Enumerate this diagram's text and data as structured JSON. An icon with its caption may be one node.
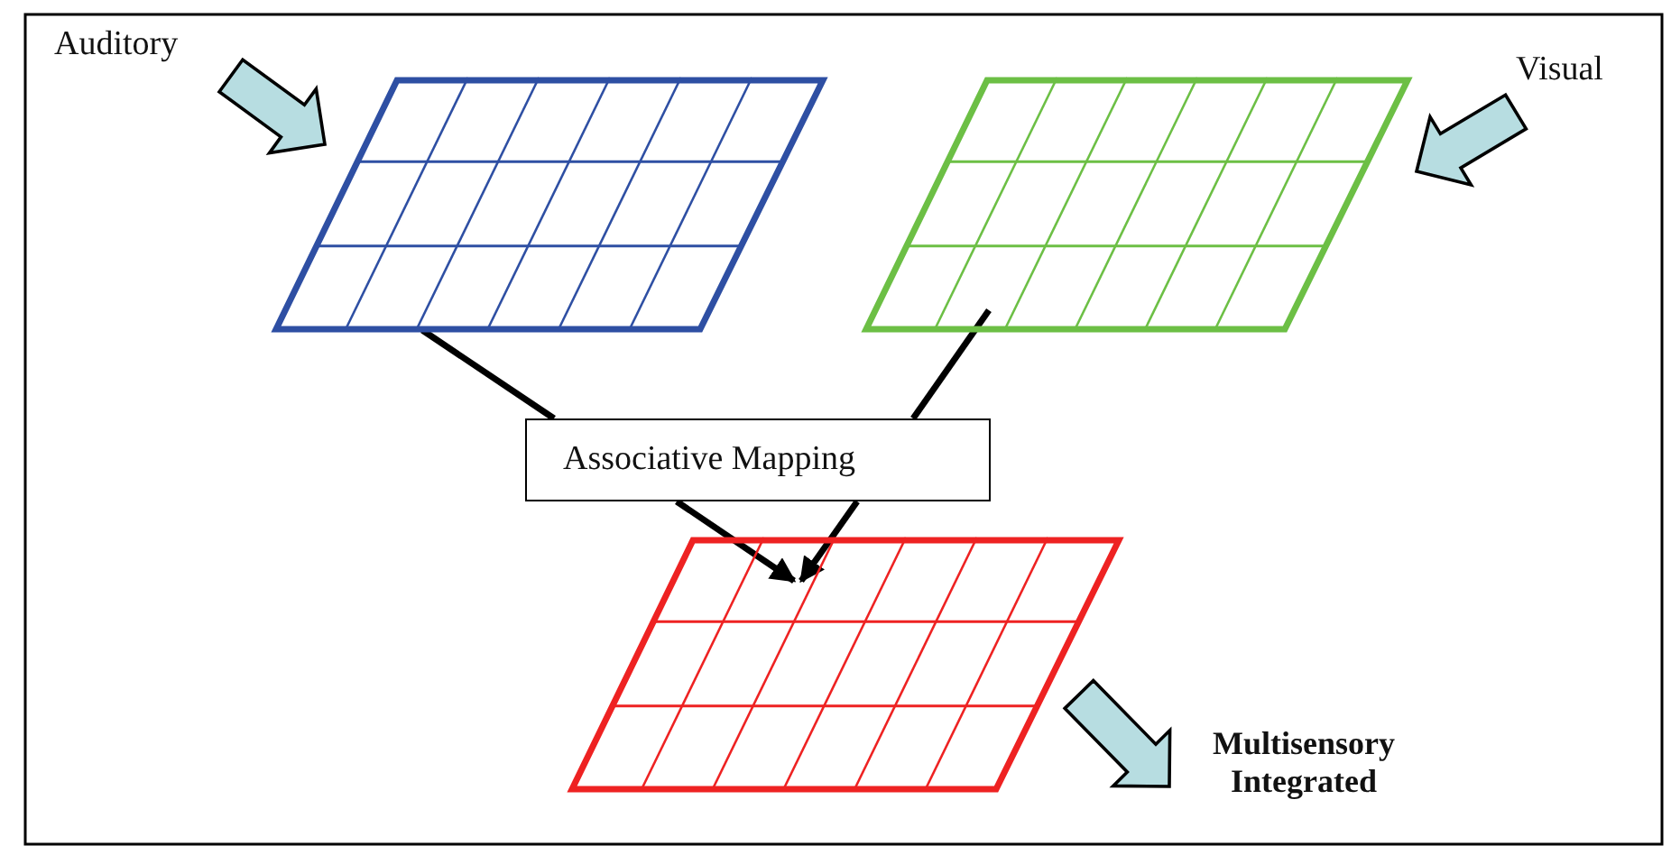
{
  "diagram": {
    "nodes": [
      {
        "text": [
          "Auditory"
        ]
      },
      {
        "text": [],
        "shape": "grid"
      },
      {
        "text": [],
        "shape": "grid"
      },
      {
        "text": [
          "Visual"
        ]
      },
      {
        "text": [
          "Associative Mapping"
        ]
      },
      {
        "text": [],
        "shape": "grid"
      },
      {
        "text": [
          "Multisensory Integrated"
        ]
      }
    ],
    "edges": [
      {
        "from": 0,
        "to": 1,
        "arrow": "to",
        "style": "thick"
      },
      {
        "from": 3,
        "to": 2,
        "arrow": "to",
        "style": "thick"
      },
      {
        "from": 1,
        "to": 4,
        "arrow": "none"
      },
      {
        "from": 2,
        "to": 4,
        "arrow": "none"
      },
      {
        "from": 4,
        "to": 5,
        "arrow": "to"
      },
      {
        "from": 4,
        "to": 5,
        "arrow": "to"
      },
      {
        "from": 5,
        "to": 6,
        "arrow": "to",
        "style": "thick"
      }
    ]
  }
}
